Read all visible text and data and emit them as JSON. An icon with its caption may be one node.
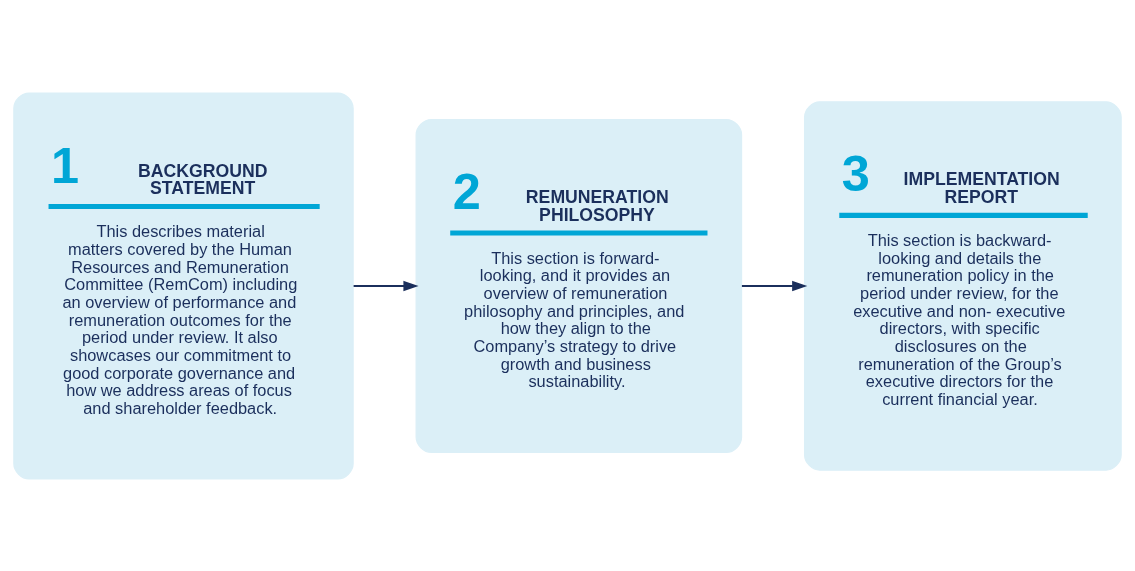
{
  "diagram": {
    "nodes": [
      {
        "text": [
          "1",
          "BACKGROUND STATEMENT",
          "This describes material matters covered by the Human Resources and Remuneration Committee (RemCom) including an overview of performance and remuneration outcomes for the period under review. It also showcases our commitment to good corporate governance and how we address areas of focus and shareholder feedback."
        ]
      },
      {
        "text": [
          "2",
          "REMUNERATION PHILOSOPHY",
          "This section is forward-looking, and it provides an overview of remuneration philosophy and principles, and how they align to the Company’s strategy to drive growth and business sustainability."
        ]
      },
      {
        "text": [
          "3",
          "IMPLEMENTATION REPORT",
          "This section is backward-looking and details the remuneration policy in the period under review, for the executive and non- executive directors, with specific disclosures on the remuneration of the Group’s executive directors for the current financial year."
        ]
      }
    ],
    "edges": [
      {
        "from": 0,
        "to": 1,
        "arrow": "to"
      },
      {
        "from": 1,
        "to": 2,
        "arrow": "to"
      }
    ]
  }
}
